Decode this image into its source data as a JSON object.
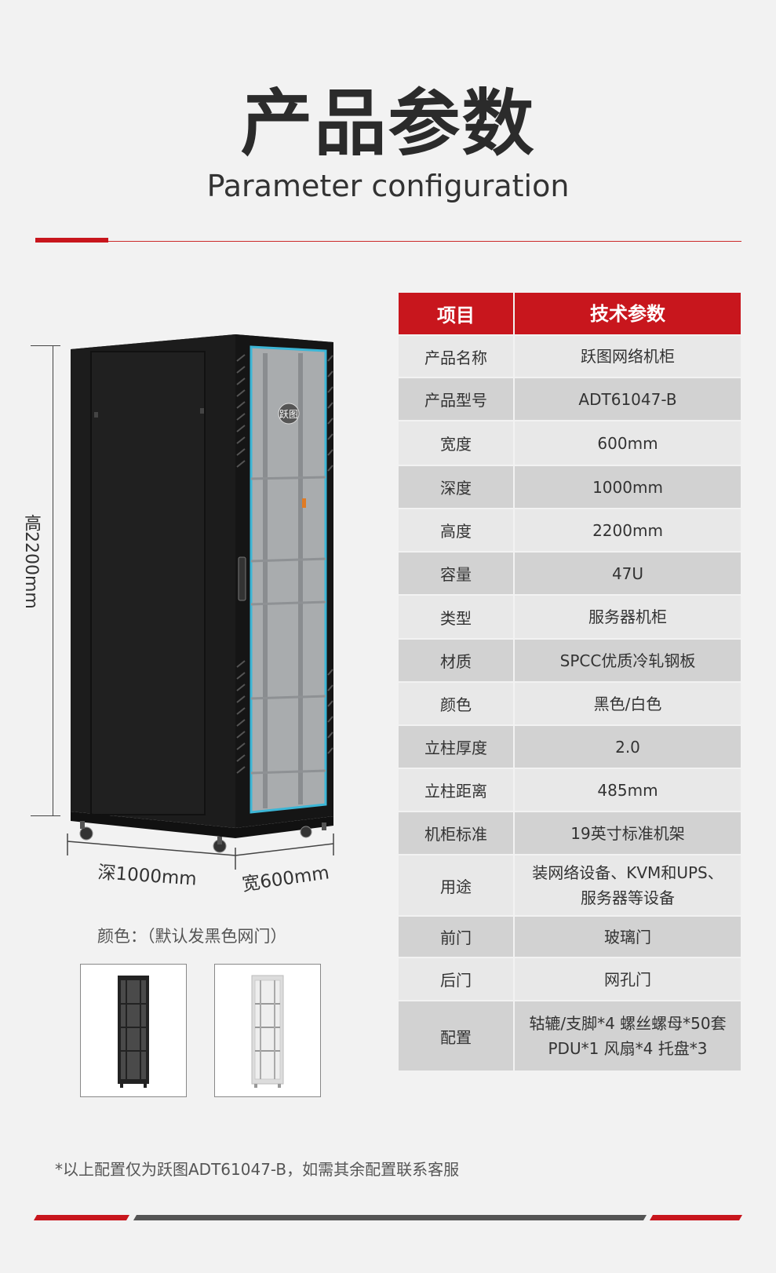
{
  "header": {
    "title_cn": "产品参数",
    "title_en": "Parameter configuration"
  },
  "dimensions": {
    "height": "高2200mm",
    "depth": "深1000mm",
    "width": "宽600mm"
  },
  "cabinet": {
    "badge": "跃图"
  },
  "colors": {
    "label": "颜色：（默认发黑色网门）",
    "accent": "#c8161d"
  },
  "table": {
    "header": [
      "项目",
      "技术参数"
    ],
    "rows": [
      [
        "产品名称",
        "跃图网络机柜"
      ],
      [
        "产品型号",
        "ADT61047-B"
      ],
      [
        "宽度",
        "600mm"
      ],
      [
        "深度",
        "1000mm"
      ],
      [
        "高度",
        "2200mm"
      ],
      [
        "容量",
        "47U"
      ],
      [
        "类型",
        "服务器机柜"
      ],
      [
        "材质",
        "SPCC优质冷轧钢板"
      ],
      [
        "颜色",
        "黑色/白色"
      ],
      [
        "立柱厚度",
        "2.0"
      ],
      [
        "立柱距离",
        "485mm"
      ],
      [
        "机柜标准",
        "19英寸标准机架"
      ],
      [
        "用途",
        "装网络设备、KVM和UPS、服务器等设备"
      ],
      [
        "前门",
        "玻璃门"
      ],
      [
        "后门",
        "网孔门"
      ],
      [
        "配置",
        "轱辘/支脚*4 螺丝螺母*50套 PDU*1 风扇*4  托盘*3"
      ]
    ]
  },
  "footnote": "*以上配置仅为跃图ADT61047-B，如需其余配置联系客服"
}
